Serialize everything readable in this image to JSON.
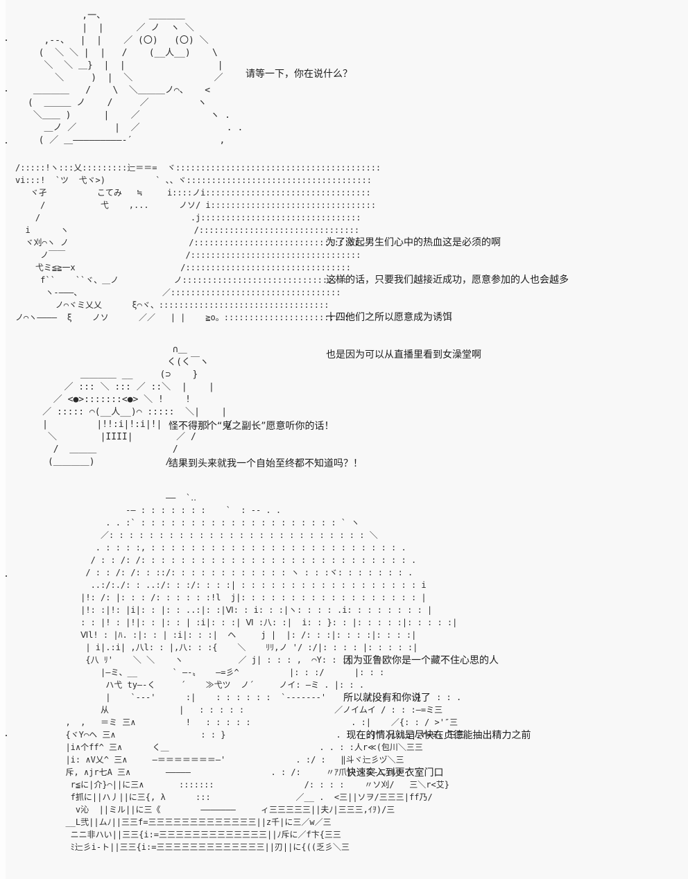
{
  "page": {
    "background": "#f8f8f8",
    "text_color": "#1b1b1b"
  },
  "panels": [
    {
      "id": "panel-1",
      "art": [
        "          ,一、        ＿＿＿＿",
        "          |  |      ／ ノ  ヽ ＼",
        "   ,--、  |  |    ／ (〇)   (〇) ＼",
        "  (  ＼ ＼ |  |   /    (__人__)    \\",
        "   ＼  ＼ ＿}  |  |                 |",
        "     ＼     )  |  ＼               ／",
        " ＿＿＿＿   /    \\  ＼＿＿＿ノ⌒、   <",
        "(  ＿＿＿ ノ    /     ／         ヽ",
        " ＼＿＿ )      |    ／             ヽ .",
        "   ＿ノ ／       |  ／                . .",
        "  ( ／ ＿―――――――――‐′                ,"
      ],
      "dialogue": [
        "请等一下，你在说什么？"
      ]
    },
    {
      "id": "panel-2",
      "art": [
        "/:::::!ヽ:::乂:::::::::辷＝＝=  ヾ:::::::::::::::::::::::::::::::::::::::::",
        "vi:::!  `ツ  弋ヾ>)          ` 、、ヾ:::::::::::::::::::::::::::::::::::::",
        "   ヾ孑          こてみ   ≒     i::::ノi:::::::::::::::::::::::::::::::::",
        "     /           弋    ,...      ノソ/ i:::::::::::::::::::::::::::::::::",
        "    /                              .j::::::::::::::::::::::::::::::::",
        "  i      ヽ                         /::::::::::::::::::::::::::::::::",
        "  ヾ刈⌒ヽ ノ                        /:::::::::::::::::::::::::::::::::",
        "     ノ￣￣                        /::::::::::::::::::::::::::::::::::",
        "    弋ミ≦≧一x                     /:::::::::::::::::::::::::::::::::",
        "     f``    ``ヾ、＿ノ           ノ:::::::::::::::::::::::::::::::::",
        "      ヽ-―――、                ／::::::::::::::::::::::::::::::::::",
        "        ノ⌒ヾミ乂乂      ξ⌒ヾ、::::::::::::::::::::::::::::::::::",
        "ノ⌒ヽ――――  ξ    ノソ      ／／   | |    ≧o。:::::::::::::::::::::::::"
      ],
      "dialogue": [
        "为了激起男生们心中的热血这是必须的啊",
        "这样的话，只要我们越接近成功，愿意参加的人也会越多",
        "十四他们之所以愿意成为诱饵",
        "也是因为可以从直播里看到女澡堂啊"
      ]
    },
    {
      "id": "panel-3",
      "art": [
        "                             ∩＿",
        "                            く(く￣ヽ",
        "            ＿＿＿＿ __     (⊃    }",
        "         ／ ::: ＼ ::: ／ ::＼  |    |",
        "       ／ <●>:::::::<●> ＼ !    !",
        "     ／ ::::: ⌒(__人__)⌒ :::::  ＼|    |",
        "     |         |!!:i|!:i|!|        |   /",
        "      ＼        |IIII|        ／ /",
        "       /  ＿＿＿              /",
        "      (＿＿＿＿)             /"
      ],
      "dialogue": [
        "怪不得那个“鬼之副长”愿意听你的话！",
        "结果到头来就我一个自始至终都不知道吗？！"
      ]
    },
    {
      "id": "panel-4",
      "art": [
        "                      ――  `‥",
        "              ‐― : : : : : : :    `  : ‐‐ . .",
        "          . . :` : : : : : : : : : : : : : : : : : : : : ` ヽ",
        "         ／: : : : : : : : : : : : : : : : : : : : : : : : : : ＼",
        "        . : : : :, : : : : : : : : : : : : : : : : : : : : : : : : : .",
        "       / : : /: /: : : : : : : : : : : : : : : : : : : : : : : : : : : .",
        "      / : : /: /: : ::/: : : : : : : : : : : : ヽ : : :ヾ: : : : : : : .",
        "       ..:/:./: : ..:/: : :/: : : :| : : : : : : : : : : : : : : : : : : i",
        "     |!: /: |: : : /: : : : : :!l  j|: : : : : : : : : : : : : : : : : : |",
        "     |!: :|!: |i|: : |: : ..:|: :|Ⅵ: : i: : :|ヽ: : : : .i: : : : : : : : |",
        "     : : |! : |!|: : |: : | :i|: : :| Ⅵ :八: :|  i: : }: : |: : : : :|: : : : :|",
        "     Ⅵl! : |ﾊ. :|: : | :i|: : :|  ヘ     j |  |: /: : :|: : : :|: : : :|",
        "      | i|.:i| ,八l: : |,八: : :{    ＼    ﾘﾘ,ノ '/ :/|: : : : |: : : : :|",
        "      {八 ﾘ'    ＼ ＼    ヽ           ／ j| : : : ,  ⌒Y: : :|",
        "         |―ミ、__       ` ―‐〟   ―=彡^          |: : :/      |: : :",
        "          ハ弋 ty―-く     ´    ≫弋ツ  ノ´     ノイ: ―ミ . |: : .",
        "          |    `‐‐‐'      :|    : : : : : :  `‐‐‐‐‐‐‐'       ./| |      }   : : .",
        "         从              |   : : : : :                  ／ノイムイ / : : :―=ミ三",
        "  ,  ,   ＝ミ 三∧          !   : : : : :                    . :|    ／{: : / >'″三",
        "  {ヾY⌒ヘ 三∧                 : : }                      . : : :|\"`|i:i:|,r=ミ、三三",
        "  |i∧个ff^ 三∧      く＿                              . . : :人r≪(包川＼三三",
        "  |i: ∧V乂^ 三∧     ―＝＝＝＝＝＝＝―'              . :/ :   ‖斗ヾ辷彡ヅ＼三",
        "  斥, ∧jr七A 三∧       ―――――                . : /:     〃ｱ爪}!＼ミ‐ニrﾙヽ",
        "   r≦に|介}⌒||に三∧       :::::::                  /: : : :    〃ソ刈/   三＼r<艾}",
        "   f抓に||ハ丿||に三{, λ      :::                 ／__ .  <三||ソヲ/三三三|ff乃/",
        "    v沁  ||ミル||に三《        ―――――――     ィ三三三三三||夫ﾉ|三三三,ｲｦ)/三",
        "  __L弐||ムﾉ||三三f=三三三三三三三三三三三三三||z千|に三／w／三",
        "   ニニ非ハい||三三{i:=三三三三三三三三三三三三三||ﾉ斥に／f卞{三三",
        "   ﾐ辷彡i‐ト||三三{i:=三三三三三三三三三三三三三||刃||に{((乏彡＼三"
      ],
      "dialogue": [
        "因为亚鲁欧你是一个藏不住心思的人",
        "所以就没有和你说了",
        " 现在的情况就是尽快在贞德能抽出精力之前",
        " 快速突入到更衣室门口"
      ]
    }
  ]
}
